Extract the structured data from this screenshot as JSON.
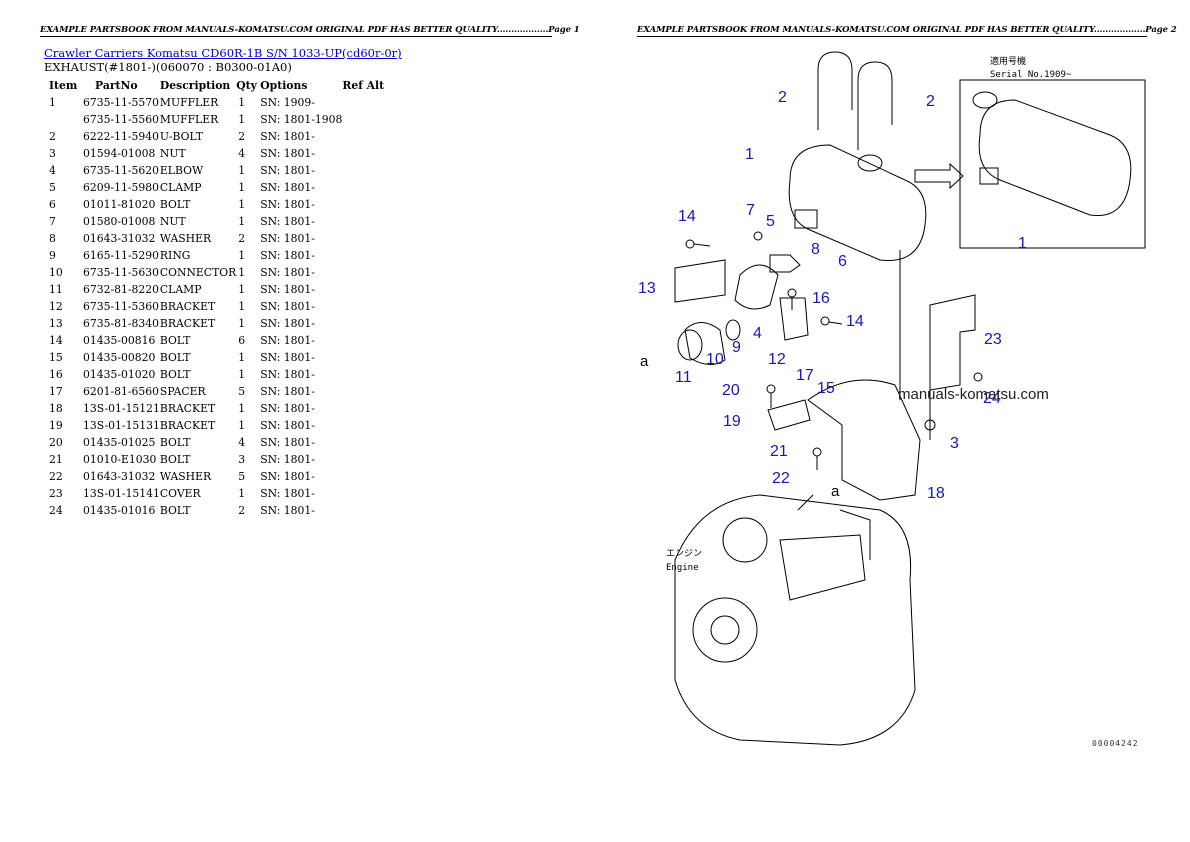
{
  "header": {
    "page1": "EXAMPLE PARTSBOOK FROM MANUALS-KOMATSU.COM ORIGINAL PDF HAS BETTER QUALITY..................Page 1",
    "page2": "EXAMPLE PARTSBOOK FROM MANUALS-KOMATSU.COM ORIGINAL PDF HAS BETTER QUALITY..................Page 2"
  },
  "breadcrumb": {
    "link1": "Crawler Carriers Komatsu",
    "link2": "CD60R-1B S/N 1033-UP(cd60r-0r)"
  },
  "section_title": "EXHAUST(#1801-)(060070 : B0300-01A0)",
  "table": {
    "headers": [
      "Item",
      "PartNo",
      "Description",
      "Qty",
      "Options",
      "Ref Alt"
    ],
    "rows": [
      {
        "item": "1",
        "part": "6735-11-5570",
        "desc": "MUFFLER",
        "qty": "1",
        "opt": "SN: 1909-"
      },
      {
        "item": "",
        "part": "6735-11-5560",
        "desc": "MUFFLER",
        "qty": "1",
        "opt": "SN: 1801-1908"
      },
      {
        "item": "2",
        "part": "6222-11-5940",
        "desc": "U-BOLT",
        "qty": "2",
        "opt": "SN: 1801-"
      },
      {
        "item": "3",
        "part": "01594-01008",
        "desc": "NUT",
        "qty": "4",
        "opt": "SN: 1801-"
      },
      {
        "item": "4",
        "part": "6735-11-5620",
        "desc": "ELBOW",
        "qty": "1",
        "opt": "SN: 1801-"
      },
      {
        "item": "5",
        "part": "6209-11-5980",
        "desc": "CLAMP",
        "qty": "1",
        "opt": "SN: 1801-"
      },
      {
        "item": "6",
        "part": "01011-81020",
        "desc": "BOLT",
        "qty": "1",
        "opt": "SN: 1801-"
      },
      {
        "item": "7",
        "part": "01580-01008",
        "desc": "NUT",
        "qty": "1",
        "opt": "SN: 1801-"
      },
      {
        "item": "8",
        "part": "01643-31032",
        "desc": "WASHER",
        "qty": "2",
        "opt": "SN: 1801-"
      },
      {
        "item": "9",
        "part": "6165-11-5290",
        "desc": "RING",
        "qty": "1",
        "opt": "SN: 1801-"
      },
      {
        "item": "10",
        "part": "6735-11-5630",
        "desc": "CONNECTOR",
        "qty": "1",
        "opt": "SN: 1801-"
      },
      {
        "item": "11",
        "part": "6732-81-8220",
        "desc": "CLAMP",
        "qty": "1",
        "opt": "SN: 1801-"
      },
      {
        "item": "12",
        "part": "6735-11-5360",
        "desc": "BRACKET",
        "qty": "1",
        "opt": "SN: 1801-"
      },
      {
        "item": "13",
        "part": "6735-81-8340",
        "desc": "BRACKET",
        "qty": "1",
        "opt": "SN: 1801-"
      },
      {
        "item": "14",
        "part": "01435-00816",
        "desc": "BOLT",
        "qty": "6",
        "opt": "SN: 1801-"
      },
      {
        "item": "15",
        "part": "01435-00820",
        "desc": "BOLT",
        "qty": "1",
        "opt": "SN: 1801-"
      },
      {
        "item": "16",
        "part": "01435-01020",
        "desc": "BOLT",
        "qty": "1",
        "opt": "SN: 1801-"
      },
      {
        "item": "17",
        "part": "6201-81-6560",
        "desc": "SPACER",
        "qty": "5",
        "opt": "SN: 1801-"
      },
      {
        "item": "18",
        "part": "13S-01-15121",
        "desc": "BRACKET",
        "qty": "1",
        "opt": "SN: 1801-"
      },
      {
        "item": "19",
        "part": "13S-01-15131",
        "desc": "BRACKET",
        "qty": "1",
        "opt": "SN: 1801-"
      },
      {
        "item": "20",
        "part": "01435-01025",
        "desc": "BOLT",
        "qty": "4",
        "opt": "SN: 1801-"
      },
      {
        "item": "21",
        "part": "01010-E1030",
        "desc": "BOLT",
        "qty": "3",
        "opt": "SN: 1801-"
      },
      {
        "item": "22",
        "part": "01643-31032",
        "desc": "WASHER",
        "qty": "5",
        "opt": "SN: 1801-"
      },
      {
        "item": "23",
        "part": "13S-01-15141",
        "desc": "COVER",
        "qty": "1",
        "opt": "SN: 1801-"
      },
      {
        "item": "24",
        "part": "01435-01016",
        "desc": "BOLT",
        "qty": "2",
        "opt": "SN: 1801-"
      }
    ]
  },
  "diagram": {
    "serial_jp": "適用号機",
    "serial_label": "Serial No.1909~",
    "engine_jp": "エンジン",
    "engine_label": "Engine",
    "marker_a": "a",
    "callouts": [
      "2",
      "2",
      "1",
      "7",
      "5",
      "14",
      "8",
      "6",
      "13",
      "16",
      "14",
      "4",
      "9",
      "10",
      "12",
      "17",
      "15",
      "11",
      "20",
      "19",
      "21",
      "22",
      "18",
      "3",
      "23",
      "24",
      "1"
    ],
    "watermark": "manuals-komatsu.com",
    "drawing_code": "00004242"
  }
}
